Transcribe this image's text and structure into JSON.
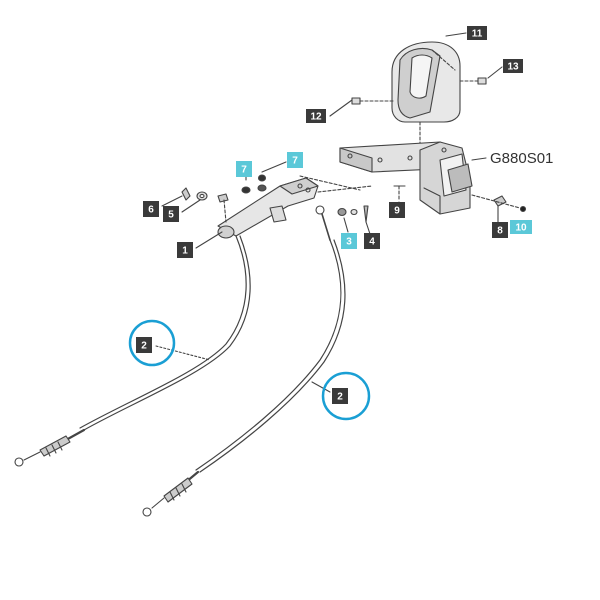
{
  "diagram": {
    "code": "G880S01",
    "colors": {
      "callout_dark": "#3a3a3a",
      "callout_highlight": "#5bc8d8",
      "circle_highlight": "#1a9fd4",
      "line": "#444444"
    },
    "callouts": [
      {
        "id": "c11",
        "label": "11",
        "style": "dark"
      },
      {
        "id": "c13",
        "label": "13",
        "style": "dark"
      },
      {
        "id": "c12",
        "label": "12",
        "style": "dark"
      },
      {
        "id": "c7a",
        "label": "7",
        "style": "highlight"
      },
      {
        "id": "c7b",
        "label": "7",
        "style": "highlight"
      },
      {
        "id": "c6",
        "label": "6",
        "style": "dark"
      },
      {
        "id": "c5",
        "label": "5",
        "style": "dark"
      },
      {
        "id": "c1",
        "label": "1",
        "style": "dark"
      },
      {
        "id": "c3",
        "label": "3",
        "style": "highlight"
      },
      {
        "id": "c4",
        "label": "4",
        "style": "dark"
      },
      {
        "id": "c9",
        "label": "9",
        "style": "dark"
      },
      {
        "id": "c8",
        "label": "8",
        "style": "dark"
      },
      {
        "id": "c10",
        "label": "10",
        "style": "highlight"
      },
      {
        "id": "c2a",
        "label": "2",
        "style": "dark"
      },
      {
        "id": "c2b",
        "label": "2",
        "style": "dark"
      }
    ]
  }
}
